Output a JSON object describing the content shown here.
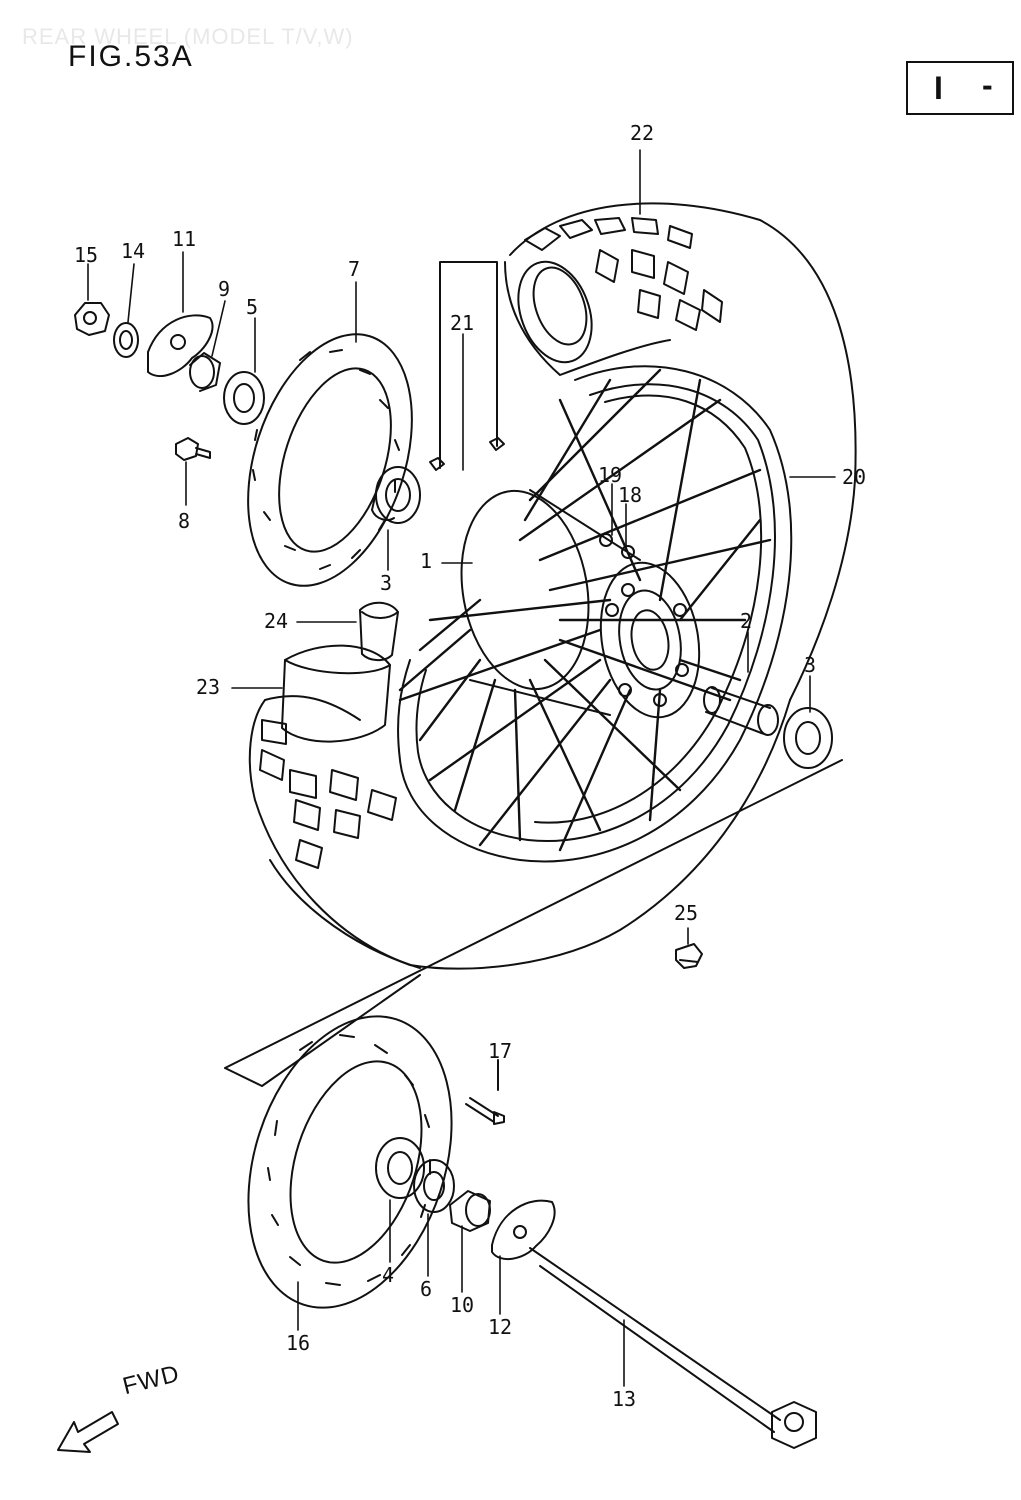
{
  "header": {
    "faded_title": "REAR WHEEL (MODEL T/V,W)",
    "figure_title": "FIG.53A",
    "badge": {
      "main": "I",
      "dash": "-"
    }
  },
  "direction": {
    "label": "FWD"
  },
  "labels": {
    "p1": "1",
    "p2": "2",
    "p3a": "3",
    "p3b": "3",
    "p4": "4",
    "p5": "5",
    "p6": "6",
    "p7": "7",
    "p8": "8",
    "p9": "9",
    "p10": "10",
    "p11": "11",
    "p12": "12",
    "p13": "13",
    "p14": "14",
    "p15": "15",
    "p16": "16",
    "p17": "17",
    "p18": "18",
    "p19": "19",
    "p20": "20",
    "p21": "21",
    "p22": "22",
    "p23": "23",
    "p24": "24",
    "p25": "25"
  }
}
